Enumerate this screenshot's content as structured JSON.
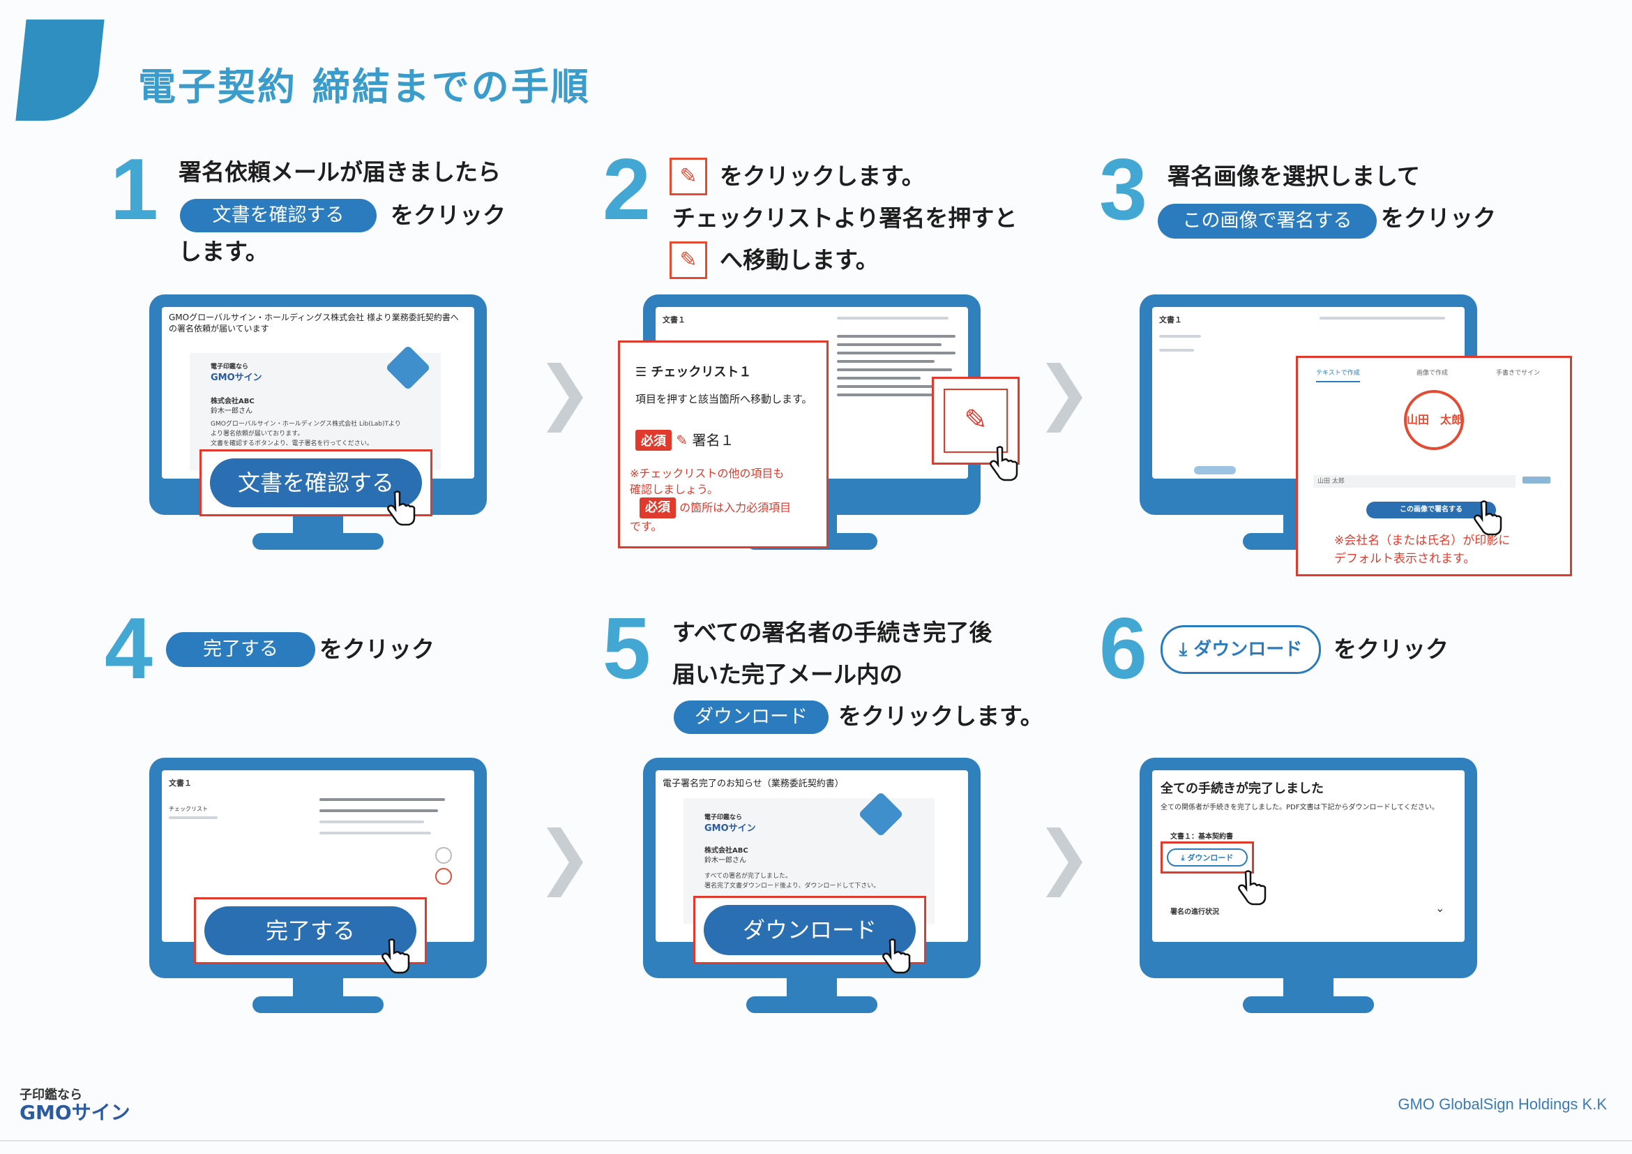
{
  "title": "電子契約 締結までの手順",
  "steps": {
    "s1": {
      "num": "1",
      "line1": "署名依頼メールが届きましたら",
      "pill": "文書を確認する",
      "after_pill": "をクリック",
      "line3": "します。",
      "screen": {
        "email_title": "GMOグローバルサイン・ホールディングス株式会社 様より業務委託契約書への署名依頼が届いています",
        "brand_small": "電子印鑑なら",
        "brand": "GMOサイン",
        "company": "株式会社ABC",
        "person": "鈴木一郎さん",
        "body1": "GMOグローバルサイン・ホールディングス株式会社 Lib(Lab)Tより",
        "body2": "より署名依頼が届いております。",
        "body3": "文書を確認するボタンより、電子署名を行ってください。"
      },
      "big_button": "文書を確認する"
    },
    "s2": {
      "num": "2",
      "line1_after": "をクリックします。",
      "line2": "チェックリストより署名を押すと",
      "line3_after": "へ移動します。",
      "pen": "✎",
      "popup": {
        "title": "チェックリスト１",
        "desc": "項目を押すと該当箇所へ移動します。",
        "badge": "必須",
        "sign_label": "署名１",
        "note1": "※チェックリストの他の項目も",
        "note2": "確認しましょう。",
        "note3_badge": "必須",
        "note3": "の箇所は入力必須項目",
        "note4": "です。"
      },
      "doc_label": "文書１"
    },
    "s3": {
      "num": "3",
      "line1": "署名画像を選択しまして",
      "pill": "この画像で署名する",
      "after_pill": "をクリック",
      "popup": {
        "tabs": [
          "テキストで作成",
          "画像で作成",
          "手書きでサイン"
        ],
        "stamp": "山田　太郎",
        "name_field": "山田 太郎",
        "button": "この画像で署名する",
        "note1": "※会社名（または氏名）が印影に",
        "note2": "デフォルト表示されます。"
      },
      "doc_label": "文書１"
    },
    "s4": {
      "num": "4",
      "pill": "完了する",
      "after_pill": "をクリック",
      "big_button": "完了する",
      "doc_label": "文書１",
      "checklist": "チェックリスト"
    },
    "s5": {
      "num": "5",
      "line1": "すべての署名者の手続き完了後",
      "line2": "届いた完了メール内の",
      "pill": "ダウンロード",
      "after_pill": "をクリックします。",
      "screen": {
        "email_title": "電子署名完了のお知らせ（業務委託契約書）",
        "brand_small": "電子印鑑なら",
        "brand": "GMOサイン",
        "company": "株式会社ABC",
        "person": "鈴木一郎さん",
        "body1": "すべての署名が完了しました。",
        "body2": "署名完了文書ダウンロード後より、ダウンロードして下さい。"
      },
      "big_button": "ダウンロード"
    },
    "s6": {
      "num": "6",
      "pill": "ダウンロード",
      "after_pill": "をクリック",
      "screen": {
        "heading": "全ての手続きが完了しました",
        "desc": "全ての関係者が手続きを完了しました。PDF文書は下記からダウンロードしてください。",
        "doc": "文書１：基本契約書",
        "button": "ダウンロード",
        "status": "署名の進行状況"
      }
    }
  },
  "footer": {
    "logo_small": "子印鑑なら",
    "logo": "GMOサイン",
    "company": "GMO GlobalSign Holdings K.K"
  },
  "colors": {
    "accent": "#2a7cbf",
    "title": "#3a9ccb",
    "highlight": "#e03a2c"
  },
  "icons": {
    "pen": "pen-icon",
    "hand": "hand-cursor-icon",
    "download": "download-icon",
    "list": "list-icon",
    "chevron": "chevron-down-icon",
    "arrow": "arrow-right-icon"
  }
}
